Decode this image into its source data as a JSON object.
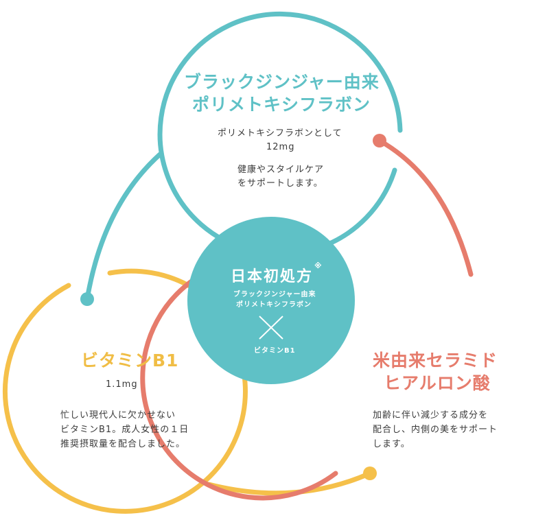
{
  "top": {
    "title_line1": "ブラックジンジャー由来",
    "title_line2": "ポリメトキシフラボン",
    "amount_line1": "ポリメトキシフラボンとして",
    "amount_line2": "12mg",
    "desc_line1": "健康やスタイルケア",
    "desc_line2": "をサポートします。"
  },
  "center": {
    "title": "日本初処方",
    "mark": "※",
    "line1": "ブラックジンジャー由来",
    "line2": "ポリメトキシフラボン",
    "line3": "ビタミンB1"
  },
  "left": {
    "title": "ビタミンB1",
    "amount": "1.1mg",
    "desc_line1": "忙しい現代人に欠かせない",
    "desc_line2": "ビタミンB1。成人女性の１日",
    "desc_line3": "推奨摂取量を配合しました。"
  },
  "right": {
    "title_line1": "米由来セラミド",
    "title_line2": "ヒアルロン酸",
    "desc_line1": "加齢に伴い減少する成分を",
    "desc_line2": "配合し、内側の美をサポート",
    "desc_line3": "します。"
  },
  "colors": {
    "teal": "#5fc1c6",
    "coral": "#e67c6c",
    "yellow": "#f5c04a",
    "text": "#3a3a3a"
  }
}
